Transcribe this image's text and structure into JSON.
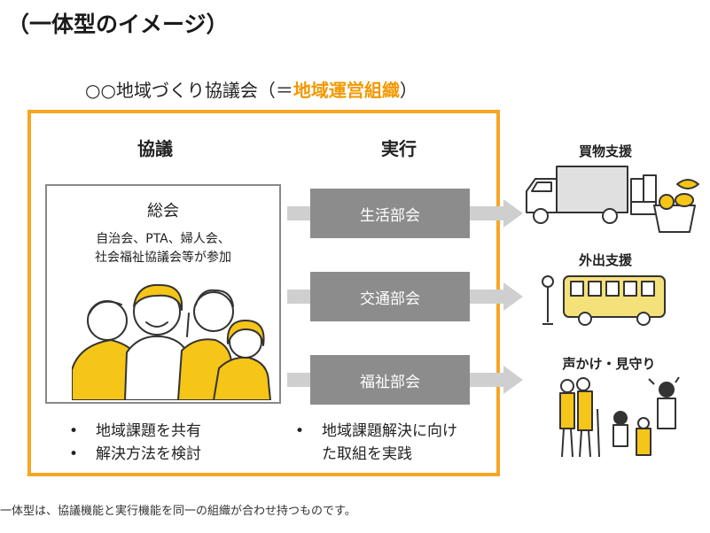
{
  "heading": "（一体型のイメージ）",
  "council": {
    "name": "○○地域づくり協議会（＝",
    "highlight": "地域運営組織",
    "close": "）"
  },
  "columns": {
    "left": "協議",
    "right": "実行"
  },
  "assembly": {
    "title": "総会",
    "desc_line1": "自治会、PTA、婦人会、",
    "desc_line2": "社会福祉協議会等が参加"
  },
  "departments": [
    "生活部会",
    "交通部会",
    "福祉部会"
  ],
  "bullets_left": [
    "地域課題を共有",
    "解決方法を検討"
  ],
  "bullets_right": [
    "地域課題解決に向け",
    "た取組を実践"
  ],
  "bullet_mark": "•",
  "services": [
    "買物支援",
    "外出支援",
    "声かけ・見守り"
  ],
  "footnote": "一体型は、協議機能と実行機能を同一の組織が合わせ持つものです。",
  "colors": {
    "frame": "#f6a623",
    "accent_text": "#f39800",
    "department_box": "#8c8c8c",
    "arrow": "#cfcfcf",
    "illustration_yellow": "#f5c518"
  }
}
